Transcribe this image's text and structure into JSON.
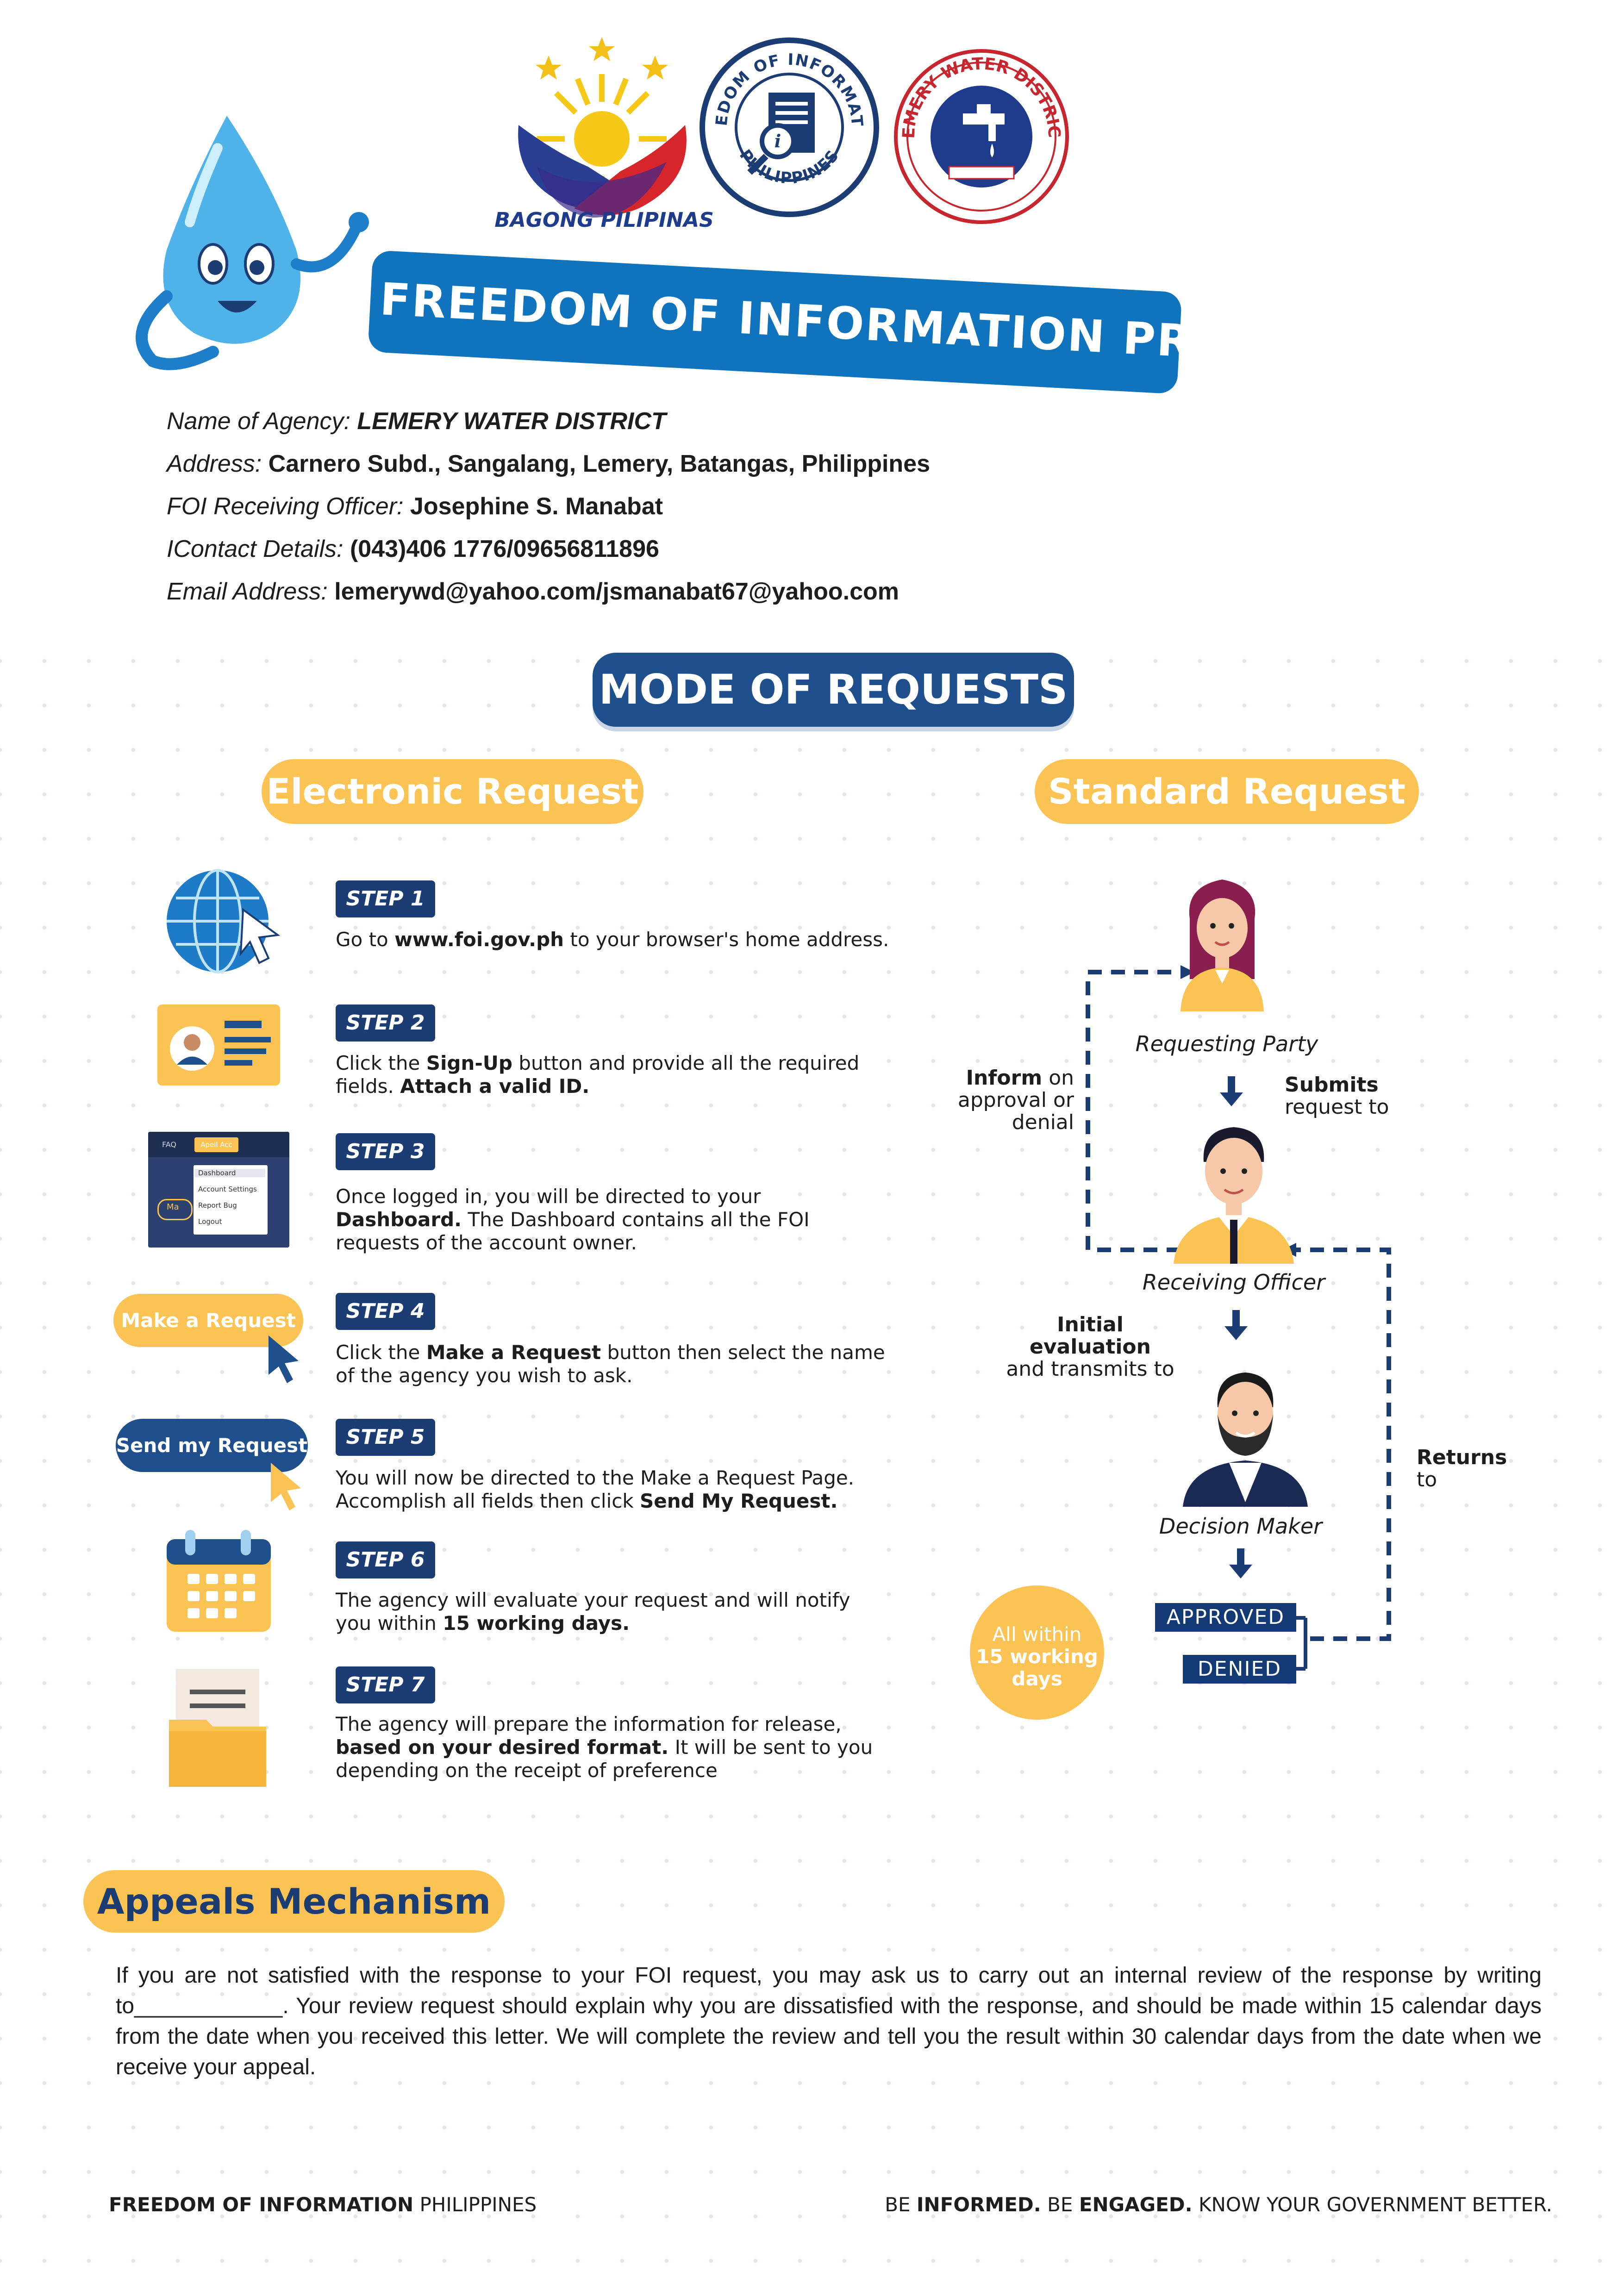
{
  "header": {
    "logos": [
      {
        "name": "bagong-pilipinas-logo",
        "caption": "BAGONG PILIPINAS"
      },
      {
        "name": "foi-philippines-seal",
        "ring_top": "FREEDOM OF INFORMATION",
        "ring_bottom": "PHILIPPINES"
      },
      {
        "name": "lemery-water-district-seal",
        "ring_top": "LEMERY WATER DISTRICT"
      }
    ],
    "banner_title": "FREEDOM OF INFORMATION PROGRAM",
    "mascot_icon": "water-drop-mascot-icon"
  },
  "agency": {
    "name_label": "Name of Agency:",
    "name_value": "LEMERY WATER DISTRICT",
    "address_label": "Address:",
    "address_value": "Carnero Subd., Sangalang, Lemery, Batangas, Philippines",
    "officer_label": "FOI Receiving Officer:",
    "officer_value": "Josephine S. Manabat",
    "contact_label": "IContact Details:",
    "contact_value": "(043)406 1776/09656811896",
    "email_label": "Email Address:",
    "email_value": "lemerywd@yahoo.com/jsmanabat67@yahoo.com"
  },
  "modes_title": "MODE OF REQUESTS",
  "electronic": {
    "title": "Electronic Request",
    "steps": [
      {
        "tag": "STEP 1",
        "icon": "globe-cursor-icon",
        "parts": [
          [
            "Go to ",
            false
          ],
          [
            "www.foi.gov.ph",
            true
          ],
          [
            " to your browser's home address.",
            false
          ]
        ]
      },
      {
        "tag": "STEP 2",
        "icon": "id-card-icon",
        "parts": [
          [
            "Click the ",
            false
          ],
          [
            "Sign-Up",
            true
          ],
          [
            " button and provide all the required fields. ",
            false
          ],
          [
            "Attach a valid ID.",
            true
          ]
        ]
      },
      {
        "tag": "STEP 3",
        "icon": "dashboard-screenshot-icon",
        "parts": [
          [
            "Once logged in, you will be directed to your ",
            false
          ],
          [
            "Dashboard.",
            true
          ],
          [
            " The Dashboard contains all the FOI requests of the account owner.",
            false
          ]
        ]
      },
      {
        "tag": "STEP 4",
        "icon": "make-request-button-icon",
        "parts": [
          [
            "Click the ",
            false
          ],
          [
            "Make a Request",
            true
          ],
          [
            " button then select the name of the agency you wish to ask.",
            false
          ]
        ]
      },
      {
        "tag": "STEP 5",
        "icon": "send-request-button-icon",
        "parts": [
          [
            "You will now be directed to the Make a Request Page. Accomplish all fields then click ",
            false
          ],
          [
            "Send My Request.",
            true
          ]
        ]
      },
      {
        "tag": "STEP 6",
        "icon": "calendar-icon",
        "parts": [
          [
            "The agency will evaluate your request and will notify you within ",
            false
          ],
          [
            "15 working days.",
            true
          ]
        ]
      },
      {
        "tag": "STEP 7",
        "icon": "folder-document-icon",
        "parts": [
          [
            "The agency will prepare the information for release, ",
            false
          ],
          [
            "based on your desired format.",
            true
          ],
          [
            " It will be sent to you depending on the receipt of preference",
            false
          ]
        ]
      }
    ],
    "dashboard_menu": {
      "tab_faq": "FAQ",
      "tab_account": "Apeil Acc",
      "items": [
        "Dashboard",
        "Account Settings",
        "Report Bug",
        "Logout"
      ],
      "side_text": "Ma"
    },
    "make_request_label": "Make a Request",
    "send_request_label": "Send my Request"
  },
  "standard": {
    "title": "Standard Request",
    "requesting_party": "Requesting Party",
    "receiving_officer": "Receiving Officer",
    "decision_maker": "Decision Maker",
    "submits_bold": "Submits",
    "submits_rest": "request to",
    "inform_bold": "Inform",
    "inform_rest1": " on",
    "inform_rest2": "approval or",
    "inform_rest3": "denial",
    "initial_bold": "Initial evaluation",
    "initial_rest": "and transmits to",
    "returns_bold": "Returns",
    "returns_rest": "to",
    "approved": "APPROVED",
    "denied": "DENIED",
    "days_line1": "All within",
    "days_line2": "15 working",
    "days_line3": "days"
  },
  "appeals": {
    "title": "Appeals Mechanism",
    "text": "If you are not satisfied with the response to your FOI request, you may ask us to carry out an internal review of the response by writing to____________. Your review request should explain why you are dissatisfied with the response, and should be made within 15 calendar days from the date when you received this letter. We will complete the review and tell you the result within 30 calendar days from the date when we receive your appeal."
  },
  "footer": {
    "left_bold": "FREEDOM OF INFORMATION",
    "left_rest": " PHILIPPINES",
    "right_1": "BE ",
    "right_2": "INFORMED.",
    "right_3": " BE ",
    "right_4": "ENGAGED.",
    "right_5": " KNOW YOUR GOVERNMENT BETTER."
  },
  "colors": {
    "navy": "#1b3d74",
    "blue": "#0f73bd",
    "yellow": "#fbc354",
    "drop": "#4fb3ea"
  }
}
